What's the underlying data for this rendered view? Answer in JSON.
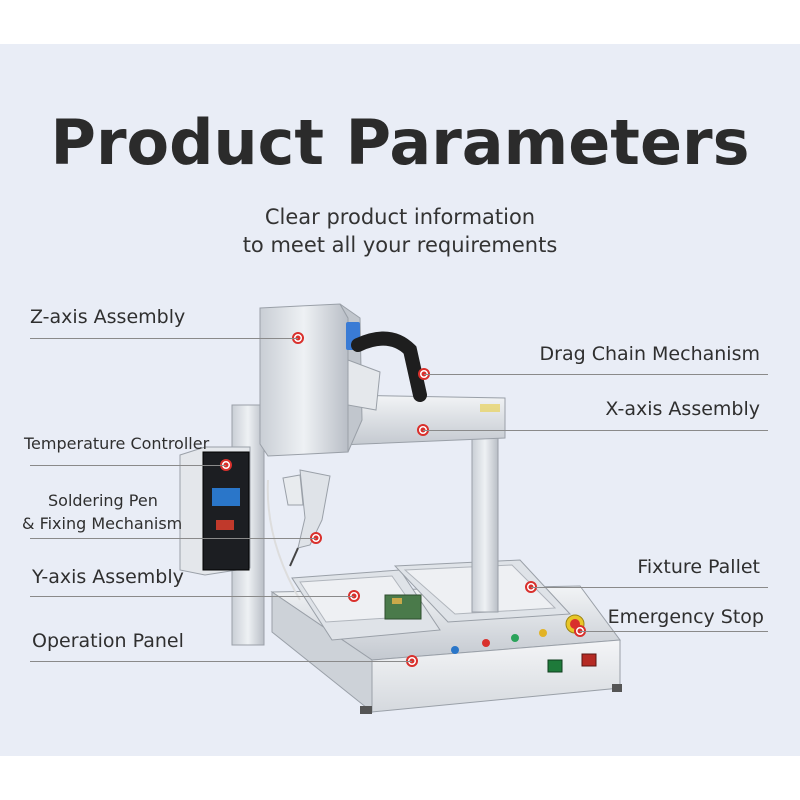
{
  "title": "Product Parameters",
  "subtitle_line1": "Clear product information",
  "subtitle_line2": "to meet all your requirements",
  "labels": {
    "z_axis": "Z-axis Assembly",
    "drag_chain": "Drag Chain Mechanism",
    "x_axis": "X-axis Assembly",
    "temp_controller": "Temperature Controller",
    "soldering_pen_1": "Soldering Pen",
    "soldering_pen_2": "& Fixing Mechanism",
    "y_axis": "Y-axis Assembly",
    "fixture_pallet": "Fixture Pallet",
    "emergency_stop": "Emergency Stop",
    "operation_panel": "Operation Panel"
  },
  "colors": {
    "background": "#e9edf6",
    "marker": "#d9302c",
    "title": "#2b2b2b"
  }
}
